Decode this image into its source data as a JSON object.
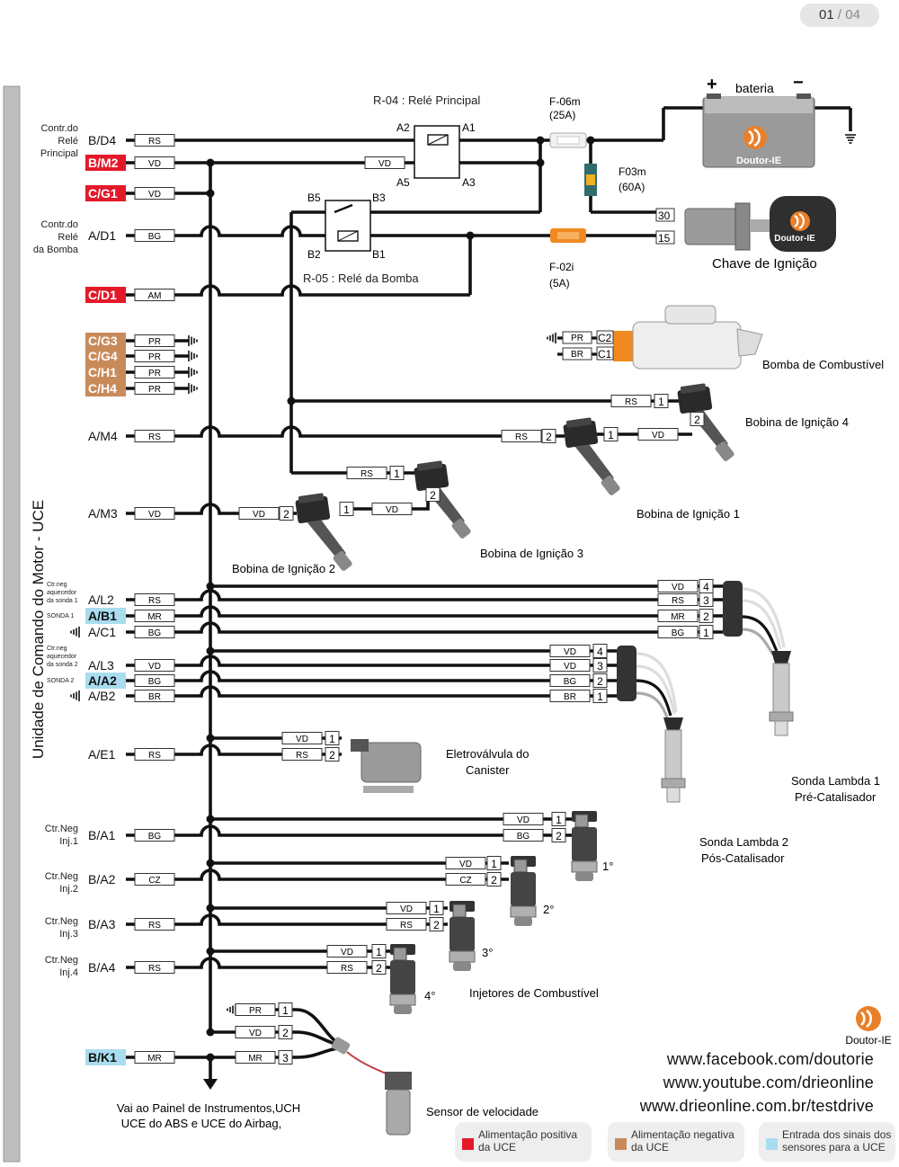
{
  "page_indicator": {
    "current": "01",
    "sep": "/",
    "total": "04"
  },
  "uce_label": "Unidade de Comando do Motor - UCE",
  "colors": {
    "red": "#e3192a",
    "brown": "#c98a5a",
    "blue": "#a9dcef",
    "wire": "#111111",
    "gray": "#c8c8c8"
  },
  "pins": [
    {
      "id": "bd4",
      "text": "B/D4",
      "style": "plain",
      "code": "RS",
      "note": "Contr.do\nRelé\nPrincipal"
    },
    {
      "id": "bm2",
      "text": "B/M2",
      "style": "red",
      "code": "VD"
    },
    {
      "id": "cg1",
      "text": "C/G1",
      "style": "red",
      "code": "VD"
    },
    {
      "id": "ad1",
      "text": "A/D1",
      "style": "plain",
      "code": "BG",
      "note": "Contr.do\nRelé\nda Bomba"
    },
    {
      "id": "cd1",
      "text": "C/D1",
      "style": "red",
      "code": "AM"
    },
    {
      "id": "cg3",
      "text": "C/G3",
      "style": "brown",
      "code": "PR"
    },
    {
      "id": "cg4",
      "text": "C/G4",
      "style": "brown",
      "code": "PR"
    },
    {
      "id": "ch1",
      "text": "C/H1",
      "style": "brown",
      "code": "PR"
    },
    {
      "id": "ch4",
      "text": "C/H4",
      "style": "brown",
      "code": "PR"
    },
    {
      "id": "am4",
      "text": "A/M4",
      "style": "plain",
      "code": "RS"
    },
    {
      "id": "am3",
      "text": "A/M3",
      "style": "plain",
      "code": "VD"
    },
    {
      "id": "al2",
      "text": "A/L2",
      "style": "plain",
      "code": "RS",
      "note": "Ctr.neg\naquecedor\nda sonda 1"
    },
    {
      "id": "ab1",
      "text": "A/B1",
      "style": "blue",
      "code": "MR",
      "note": "SONDA 1"
    },
    {
      "id": "ac1",
      "text": "A/C1",
      "style": "plain",
      "code": "BG"
    },
    {
      "id": "al3",
      "text": "A/L3",
      "style": "plain",
      "code": "VD",
      "note": "Ctr.neg\naquecedor\nda sonda 2"
    },
    {
      "id": "aa2",
      "text": "A/A2",
      "style": "blue",
      "code": "BG",
      "note": "SONDA 2"
    },
    {
      "id": "ab2",
      "text": "A/B2",
      "style": "plain",
      "code": "BR"
    },
    {
      "id": "ae1",
      "text": "A/E1",
      "style": "plain",
      "code": "RS"
    },
    {
      "id": "ba1",
      "text": "B/A1",
      "style": "plain",
      "code": "BG",
      "note": "Ctr.Neg\nInj.1"
    },
    {
      "id": "ba2",
      "text": "B/A2",
      "style": "plain",
      "code": "CZ",
      "note": "Ctr.Neg\nInj.2"
    },
    {
      "id": "ba3",
      "text": "B/A3",
      "style": "plain",
      "code": "RS",
      "note": "Ctr.Neg\nInj.3"
    },
    {
      "id": "ba4",
      "text": "B/A4",
      "style": "plain",
      "code": "RS",
      "note": "Ctr.Neg\nInj.4"
    },
    {
      "id": "bk1",
      "text": "B/K1",
      "style": "blue",
      "code": "MR"
    }
  ],
  "components": {
    "rele_principal": {
      "title": "R-04 : Relé Principal",
      "a1": "A1",
      "a2": "A2",
      "a3": "A3",
      "a5": "A5"
    },
    "rele_bomba": {
      "title": "R-05 : Relé da Bomba",
      "b1": "B1",
      "b2": "B2",
      "b3": "B3",
      "b5": "B5"
    },
    "fuse_f06m": {
      "name": "F-06m",
      "rating": "(25A)"
    },
    "fuse_f03m": {
      "name": "F03m",
      "rating": "(60A)"
    },
    "fuse_f02i": {
      "name": "F-02i",
      "rating": "(5A)"
    },
    "battery": {
      "label": "bateria",
      "plus": "+",
      "minus": "−",
      "brand": "Doutor-IE"
    },
    "ignition": {
      "label": "Chave de Ignição",
      "t30": "30",
      "t15": "15",
      "brand": "Doutor-IE"
    },
    "fuel_pump": {
      "label": "Bomba de Combustível",
      "c1": "C1",
      "c2": "C2",
      "w_c2": "PR",
      "w_c1": "BR"
    },
    "coil4": {
      "label": "Bobina de Ignição 4",
      "p1": "1",
      "p2": "2",
      "w1": "RS",
      "w2": "VD"
    },
    "coil1": {
      "label": "Bobina de Ignição 1",
      "p1": "1",
      "p2": "2",
      "w1": "VD",
      "w2": "RS"
    },
    "coil3": {
      "label": "Bobina de Ignição 3",
      "p1": "1",
      "p2": "2",
      "w1": "RS"
    },
    "coil2": {
      "label": "Bobina de Ignição 2",
      "p1": "1",
      "p2": "2",
      "w1": "VD",
      "w2": "VD"
    },
    "lambda1": {
      "label": "Sonda Lambda 1",
      "label2": "Pré-Catalisador",
      "pins": [
        "4",
        "3",
        "2",
        "1"
      ],
      "wires": [
        "VD",
        "RS",
        "MR",
        "BG"
      ]
    },
    "lambda2": {
      "label": "Sonda Lambda 2",
      "label2": "Pós-Catalisador",
      "pins": [
        "4",
        "3",
        "2",
        "1"
      ],
      "wires": [
        "VD",
        "VD",
        "BG",
        "BR"
      ]
    },
    "canister": {
      "label": "Eletroválvula do",
      "label2": "Canister",
      "pins": [
        "1",
        "2"
      ],
      "wires": [
        "VD",
        "RS"
      ]
    },
    "inj1": {
      "num": "1°",
      "pins": [
        "1",
        "2"
      ],
      "wires": [
        "VD",
        "BG"
      ]
    },
    "inj2": {
      "num": "2°",
      "pins": [
        "1",
        "2"
      ],
      "wires": [
        "VD",
        "CZ"
      ]
    },
    "inj3": {
      "num": "3°",
      "pins": [
        "1",
        "2"
      ],
      "wires": [
        "VD",
        "RS"
      ]
    },
    "inj4": {
      "num": "4°",
      "pins": [
        "1",
        "2"
      ],
      "wires": [
        "VD",
        "RS"
      ]
    },
    "injectors_label": "Injetores de Combustível",
    "speed_sensor": {
      "label": "Sensor de velocidade",
      "pins": [
        "1",
        "2",
        "3"
      ],
      "wires": [
        "PR",
        "VD",
        "MR"
      ]
    },
    "panel_note": {
      "line1": "Vai ao Painel de Instrumentos,UCH",
      "line2": "UCE do ABS e UCE do Airbag,"
    }
  },
  "brand": "Doutor-IE",
  "links": [
    "www.facebook.com/doutorie",
    "www.youtube.com/drieonline",
    "www.drieonline.com.br/testdrive"
  ],
  "legend": [
    {
      "color": "#e3192a",
      "l1": "Alimentação positiva",
      "l2": "da UCE"
    },
    {
      "color": "#c98a5a",
      "l1": "Alimentação negativa",
      "l2": "da UCE"
    },
    {
      "color": "#a9dcef",
      "l1": "Entrada dos sinais dos",
      "l2": "sensores para a UCE"
    }
  ]
}
